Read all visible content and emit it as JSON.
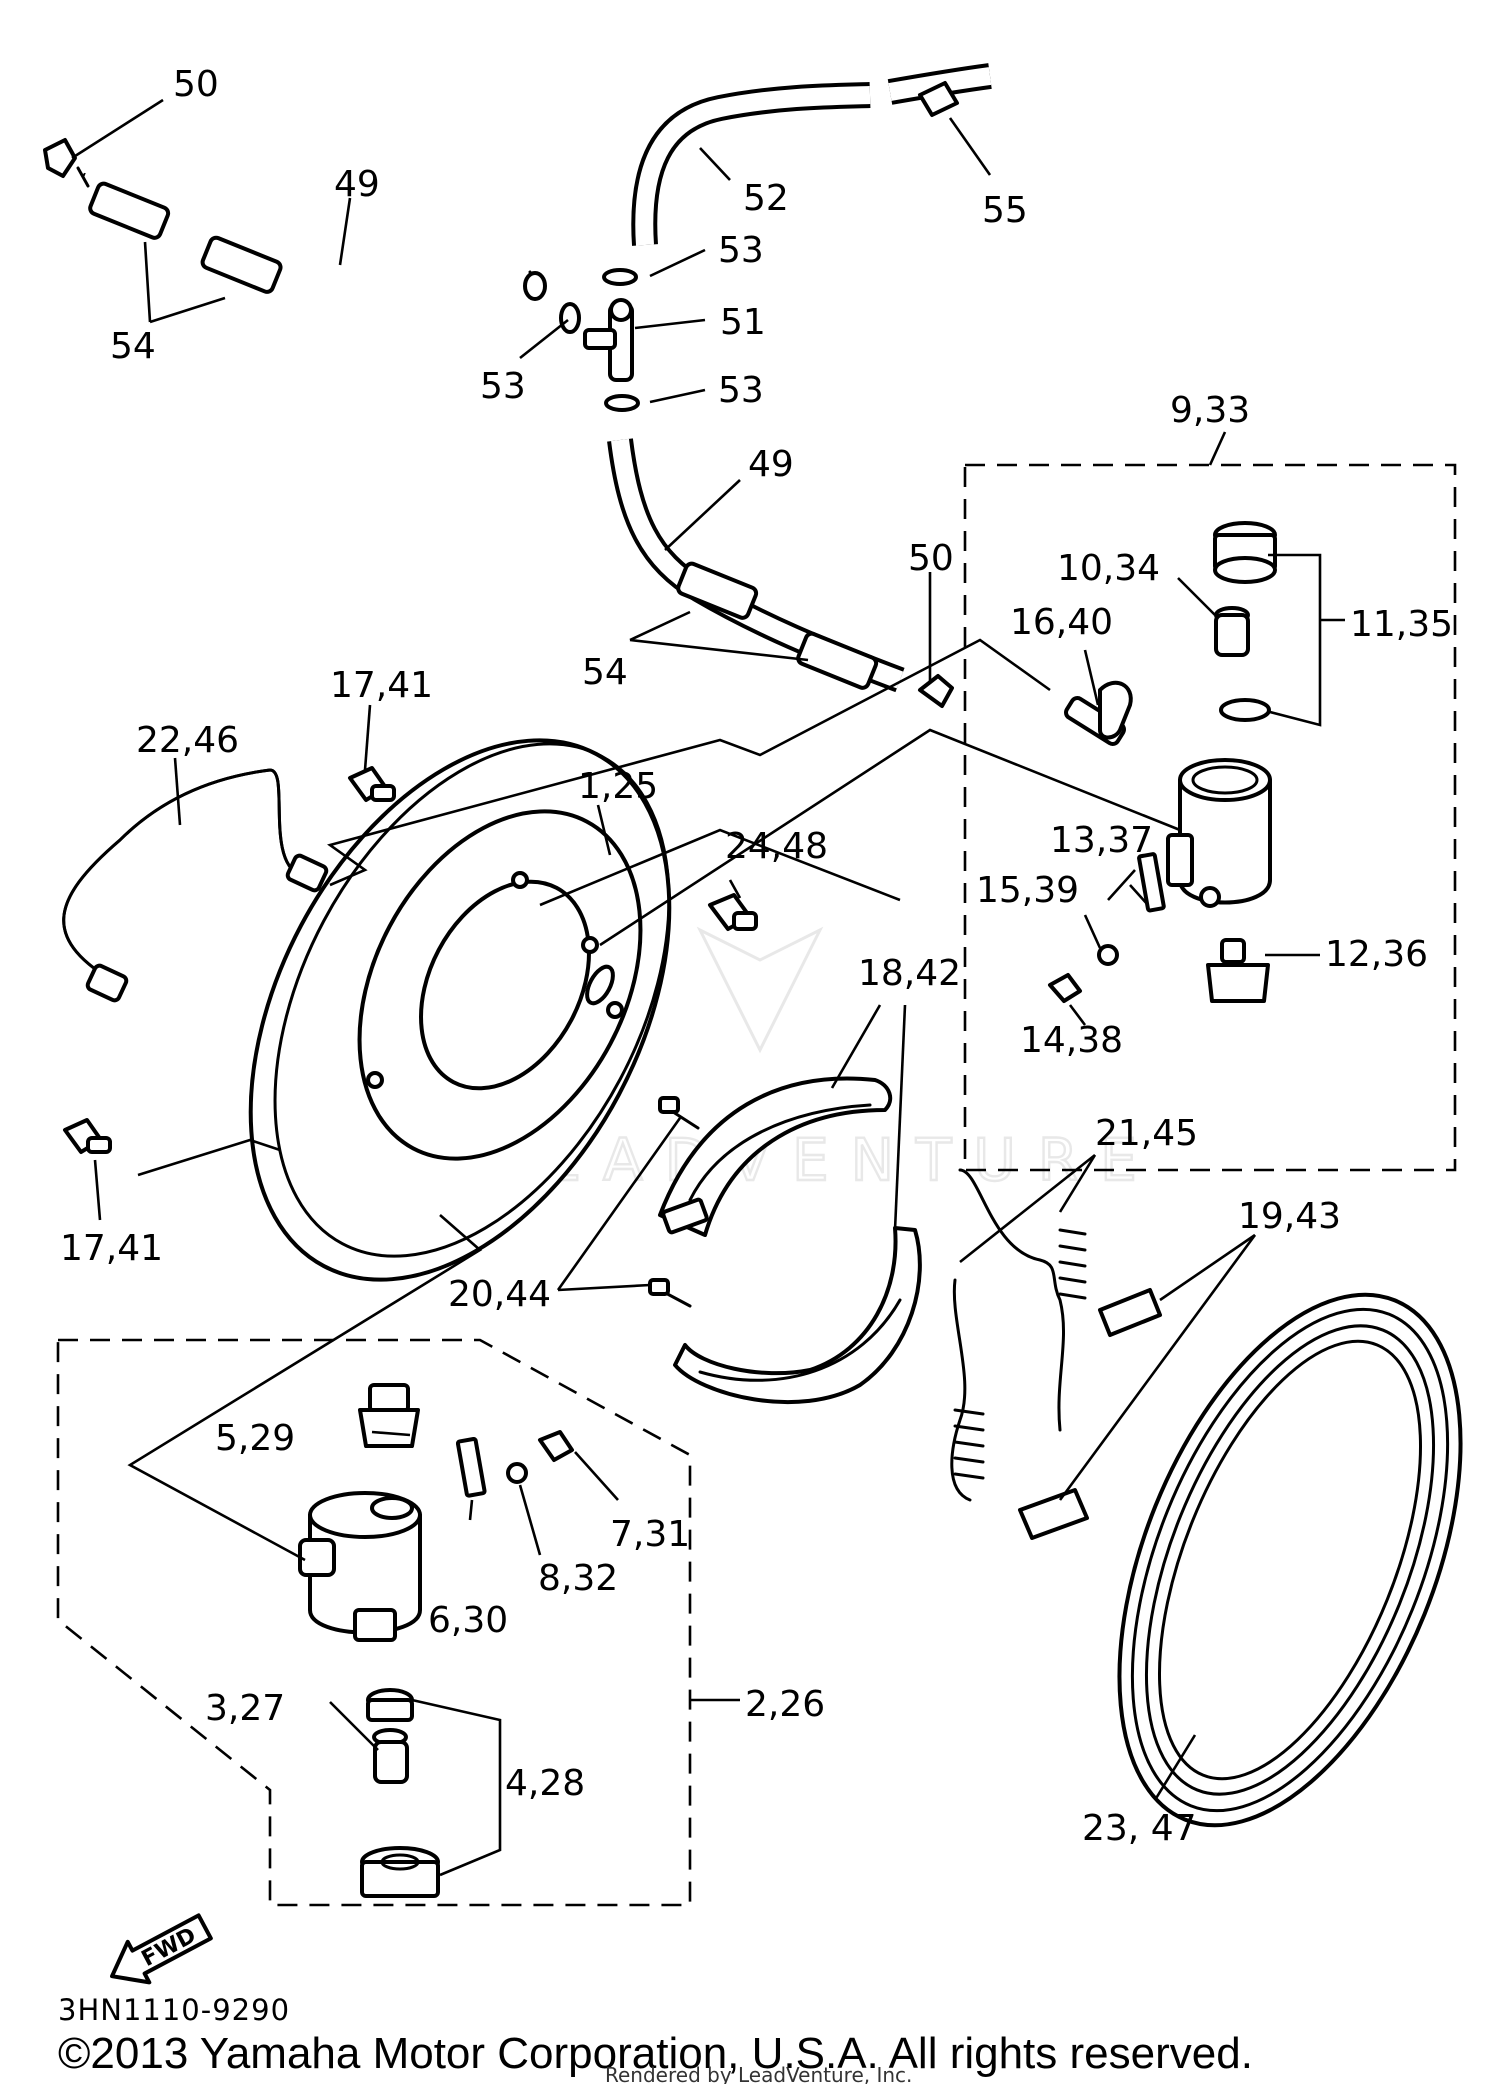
{
  "diagram": {
    "part_labels": {
      "p50a": "50",
      "p49a": "49",
      "p54a": "54",
      "p52": "52",
      "p55": "55",
      "p53a": "53",
      "p51": "51",
      "p53b": "53",
      "p53c": "53",
      "p49b": "49",
      "p50b": "50",
      "p54b": "54",
      "p9_33": "9,33",
      "p10_34": "10,34",
      "p11_35": "11,35",
      "p16_40": "16,40",
      "p13_37": "13,37",
      "p15_39": "15,39",
      "p12_36": "12,36",
      "p14_38": "14,38",
      "p22_46": "22,46",
      "p17_41a": "17,41",
      "p1_25": "1,25",
      "p24_48": "24,48",
      "p18_42": "18,42",
      "p17_41b": "17,41",
      "p21_45": "21,45",
      "p19_43": "19,43",
      "p20_44": "20,44",
      "p5_29": "5,29",
      "p7_31": "7,31",
      "p8_32": "8,32",
      "p6_30": "6,30",
      "p2_26": "2,26",
      "p3_27": "3,27",
      "p4_28": "4,28",
      "p23_47": "23, 47"
    },
    "fwd_arrow": "FWD",
    "diagram_code": "3HN1110-9290",
    "watermark": "LEADVENTURE",
    "copyright": "©2013 Yamaha Motor Corporation, U.S.A. All rights reserved.",
    "rendered_by": "Rendered by LeadVenture, Inc."
  }
}
